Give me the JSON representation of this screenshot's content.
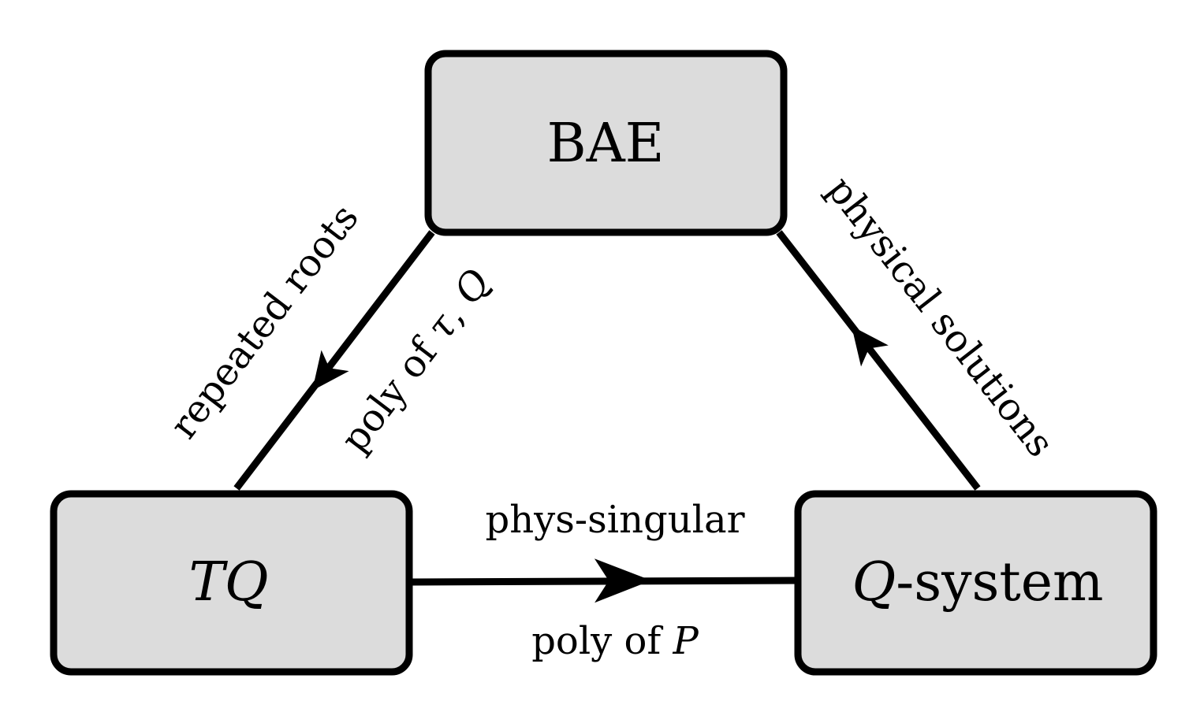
{
  "nodes": {
    "bae": {
      "label": "BAE"
    },
    "tq": {
      "label": "TQ"
    },
    "qsystem": {
      "label_var": "Q",
      "label_rest": "-system"
    }
  },
  "edges": {
    "bae_to_tq": {
      "label_outer": "repeated roots",
      "label_inner_prefix": "poly of ",
      "label_inner_var1": "τ",
      "label_inner_sep": ", ",
      "label_inner_var2": "Q"
    },
    "tq_to_qsystem": {
      "label_top": "phys-singular",
      "label_bottom_prefix": "poly of ",
      "label_bottom_var": "P"
    },
    "qsystem_to_bae": {
      "label": "physical solutions"
    }
  },
  "colors": {
    "box_fill": "#dcdcdc",
    "stroke": "#000000",
    "background": "#ffffff"
  }
}
